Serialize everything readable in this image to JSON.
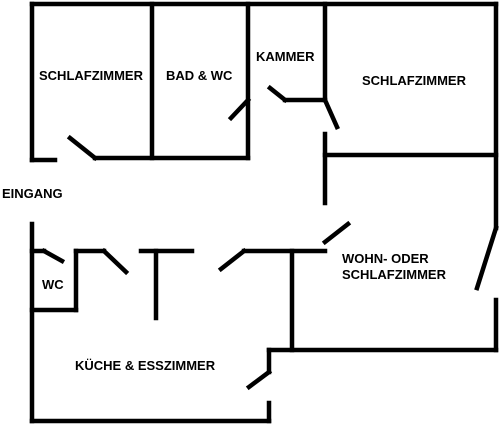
{
  "colors": {
    "walls": "#000000",
    "background": "#ffffff"
  },
  "rooms": {
    "schlafzimmer_left": "SCHLAFZIMMER",
    "bad_wc": "BAD & WC",
    "kammer": "KAMMER",
    "schlafzimmer_right": "SCHLAFZIMMER",
    "eingang": "EINGANG",
    "wc": "WC",
    "wohn_line1": "WOHN- ODER",
    "wohn_line2": "SCHLAFZIMMER",
    "kueche": "KÜCHE & ESSZIMMER"
  }
}
